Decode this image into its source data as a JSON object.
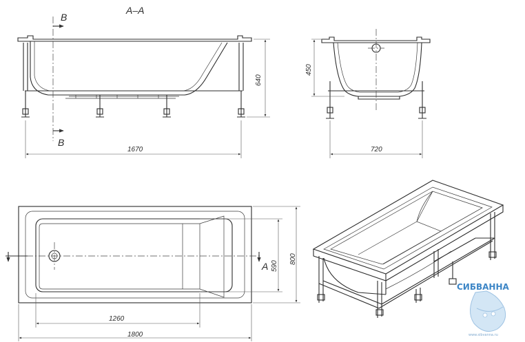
{
  "section": {
    "title": "A–A",
    "cut_label_top": "B",
    "cut_label_bottom": "B"
  },
  "side_view": {
    "length": "1670",
    "height": "640"
  },
  "end_view": {
    "width": "720",
    "depth": "450"
  },
  "plan_view": {
    "length": "1800",
    "inner_length": "1260",
    "width": "800",
    "inner_width": "590",
    "section_marker": "A"
  },
  "watermark": {
    "brand": "СИБВАННА",
    "site": "www.sibvanna.ru"
  }
}
